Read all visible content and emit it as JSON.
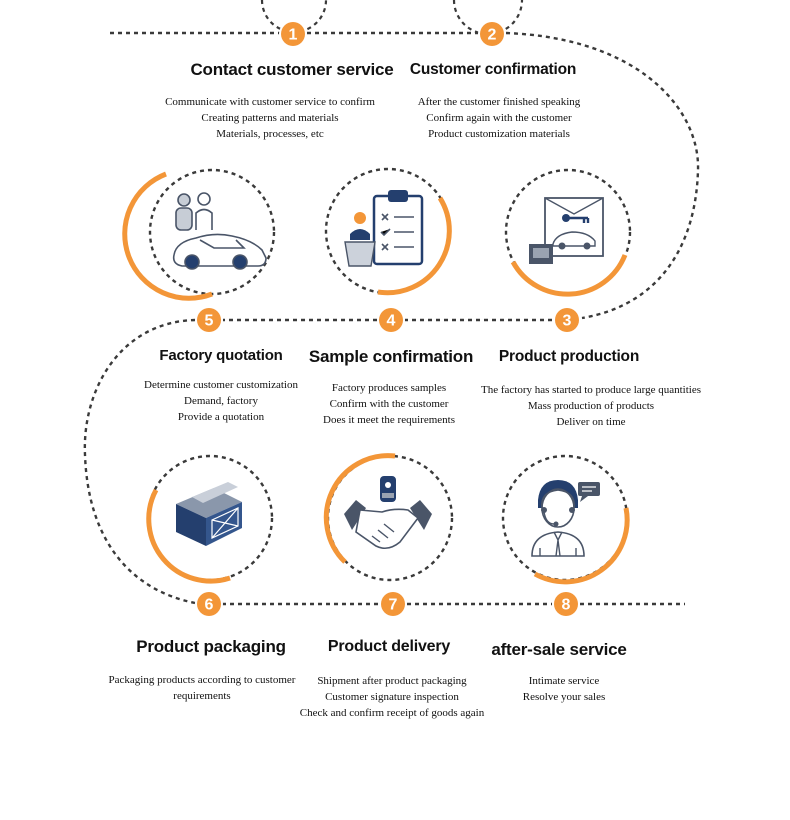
{
  "colors": {
    "accent": "#f39638",
    "dots": "#3a3a3a",
    "navy": "#243f6e",
    "icon_line": "#4a5568"
  },
  "steps": [
    {
      "num": "1",
      "title": "Contact customer service",
      "lines": [
        "Communicate with customer service to confirm",
        "Creating patterns and materials",
        "Materials, processes, etc"
      ]
    },
    {
      "num": "2",
      "title": "Customer confirmation",
      "lines": [
        "After the customer finished speaking",
        "Confirm again with the customer",
        "Product customization materials"
      ]
    },
    {
      "num": "3",
      "title": "Product production",
      "lines": [
        "The factory has started to produce large quantities",
        "Mass production of products",
        "Deliver on time"
      ]
    },
    {
      "num": "4",
      "title": "Sample confirmation",
      "lines": [
        "Factory produces samples",
        "Confirm with the customer",
        "Does it meet the requirements"
      ]
    },
    {
      "num": "5",
      "title": "Factory quotation",
      "lines": [
        "Determine customer customization",
        "Demand, factory",
        "Provide a quotation"
      ]
    },
    {
      "num": "6",
      "title": "Product packaging",
      "lines": [
        "Packaging products according to customer requirements"
      ]
    },
    {
      "num": "7",
      "title": "Product delivery",
      "lines": [
        "Shipment after product packaging",
        "Customer signature inspection",
        "Check and confirm receipt of goods again"
      ]
    },
    {
      "num": "8",
      "title": "after-sale service",
      "lines": [
        "Intimate service",
        "Resolve your sales"
      ]
    }
  ],
  "icons": [
    "contact-service-icon",
    "confirmation-checklist-icon",
    "production-car-key-icon",
    "handshake-icon",
    "packaging-box-icon",
    "customer-service-agent-icon"
  ]
}
